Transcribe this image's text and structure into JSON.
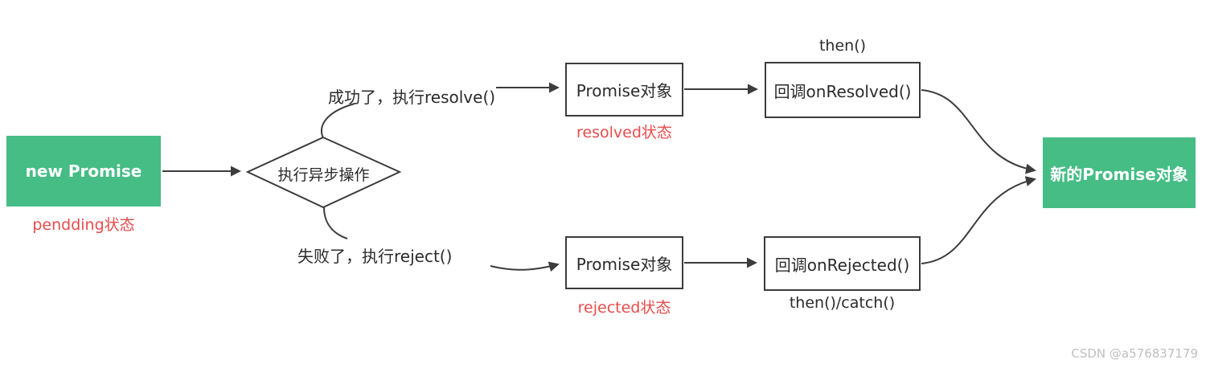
{
  "colors": {
    "green": "#45bd85",
    "red": "#e74c4c",
    "line": "#3c3c3c",
    "text": "#2b2b2b",
    "watermark": "#bfbfbf"
  },
  "nodes": {
    "new_promise": {
      "label": "new Promise",
      "state": "pendding状态"
    },
    "decision": {
      "label": "执行异步操作"
    },
    "resolve_branch": {
      "condition": "成功了，执行resolve()",
      "promise_obj": "Promise对象",
      "state": "resolved状态",
      "callback": "回调onResolved()",
      "callback_caption": "then()"
    },
    "reject_branch": {
      "condition": "失败了，执行reject()",
      "promise_obj": "Promise对象",
      "state": "rejected状态",
      "callback": "回调onRejected()",
      "callback_caption": "then()/catch()"
    },
    "result": {
      "label": "新的Promise对象"
    }
  },
  "watermark": "CSDN @a576837179"
}
